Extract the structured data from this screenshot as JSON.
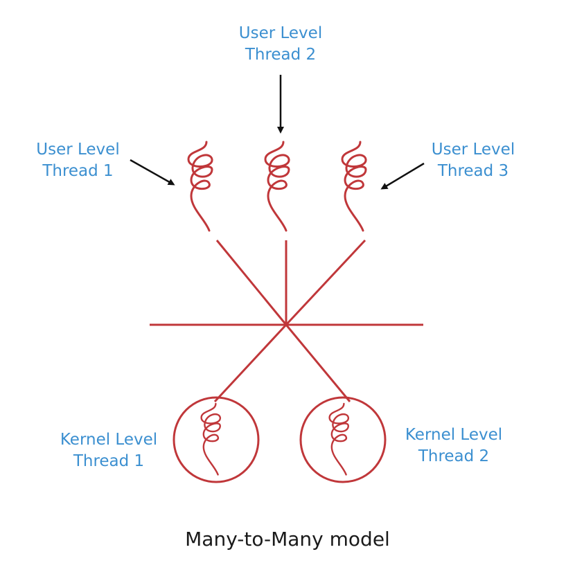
{
  "colors": {
    "thread": "#c0373a",
    "label": "#3b8fd0",
    "arrow": "#111111",
    "caption": "#1a1a1a"
  },
  "labels": {
    "user_thread_1": [
      "User Level",
      "Thread 1"
    ],
    "user_thread_2": [
      "User Level",
      "Thread 2"
    ],
    "user_thread_3": [
      "User Level",
      "Thread 3"
    ],
    "kernel_thread_1": [
      "Kernel Level",
      "Thread 1"
    ],
    "kernel_thread_2": [
      "Kernel Level",
      "Thread 2"
    ]
  },
  "caption": "Many-to-Many model"
}
